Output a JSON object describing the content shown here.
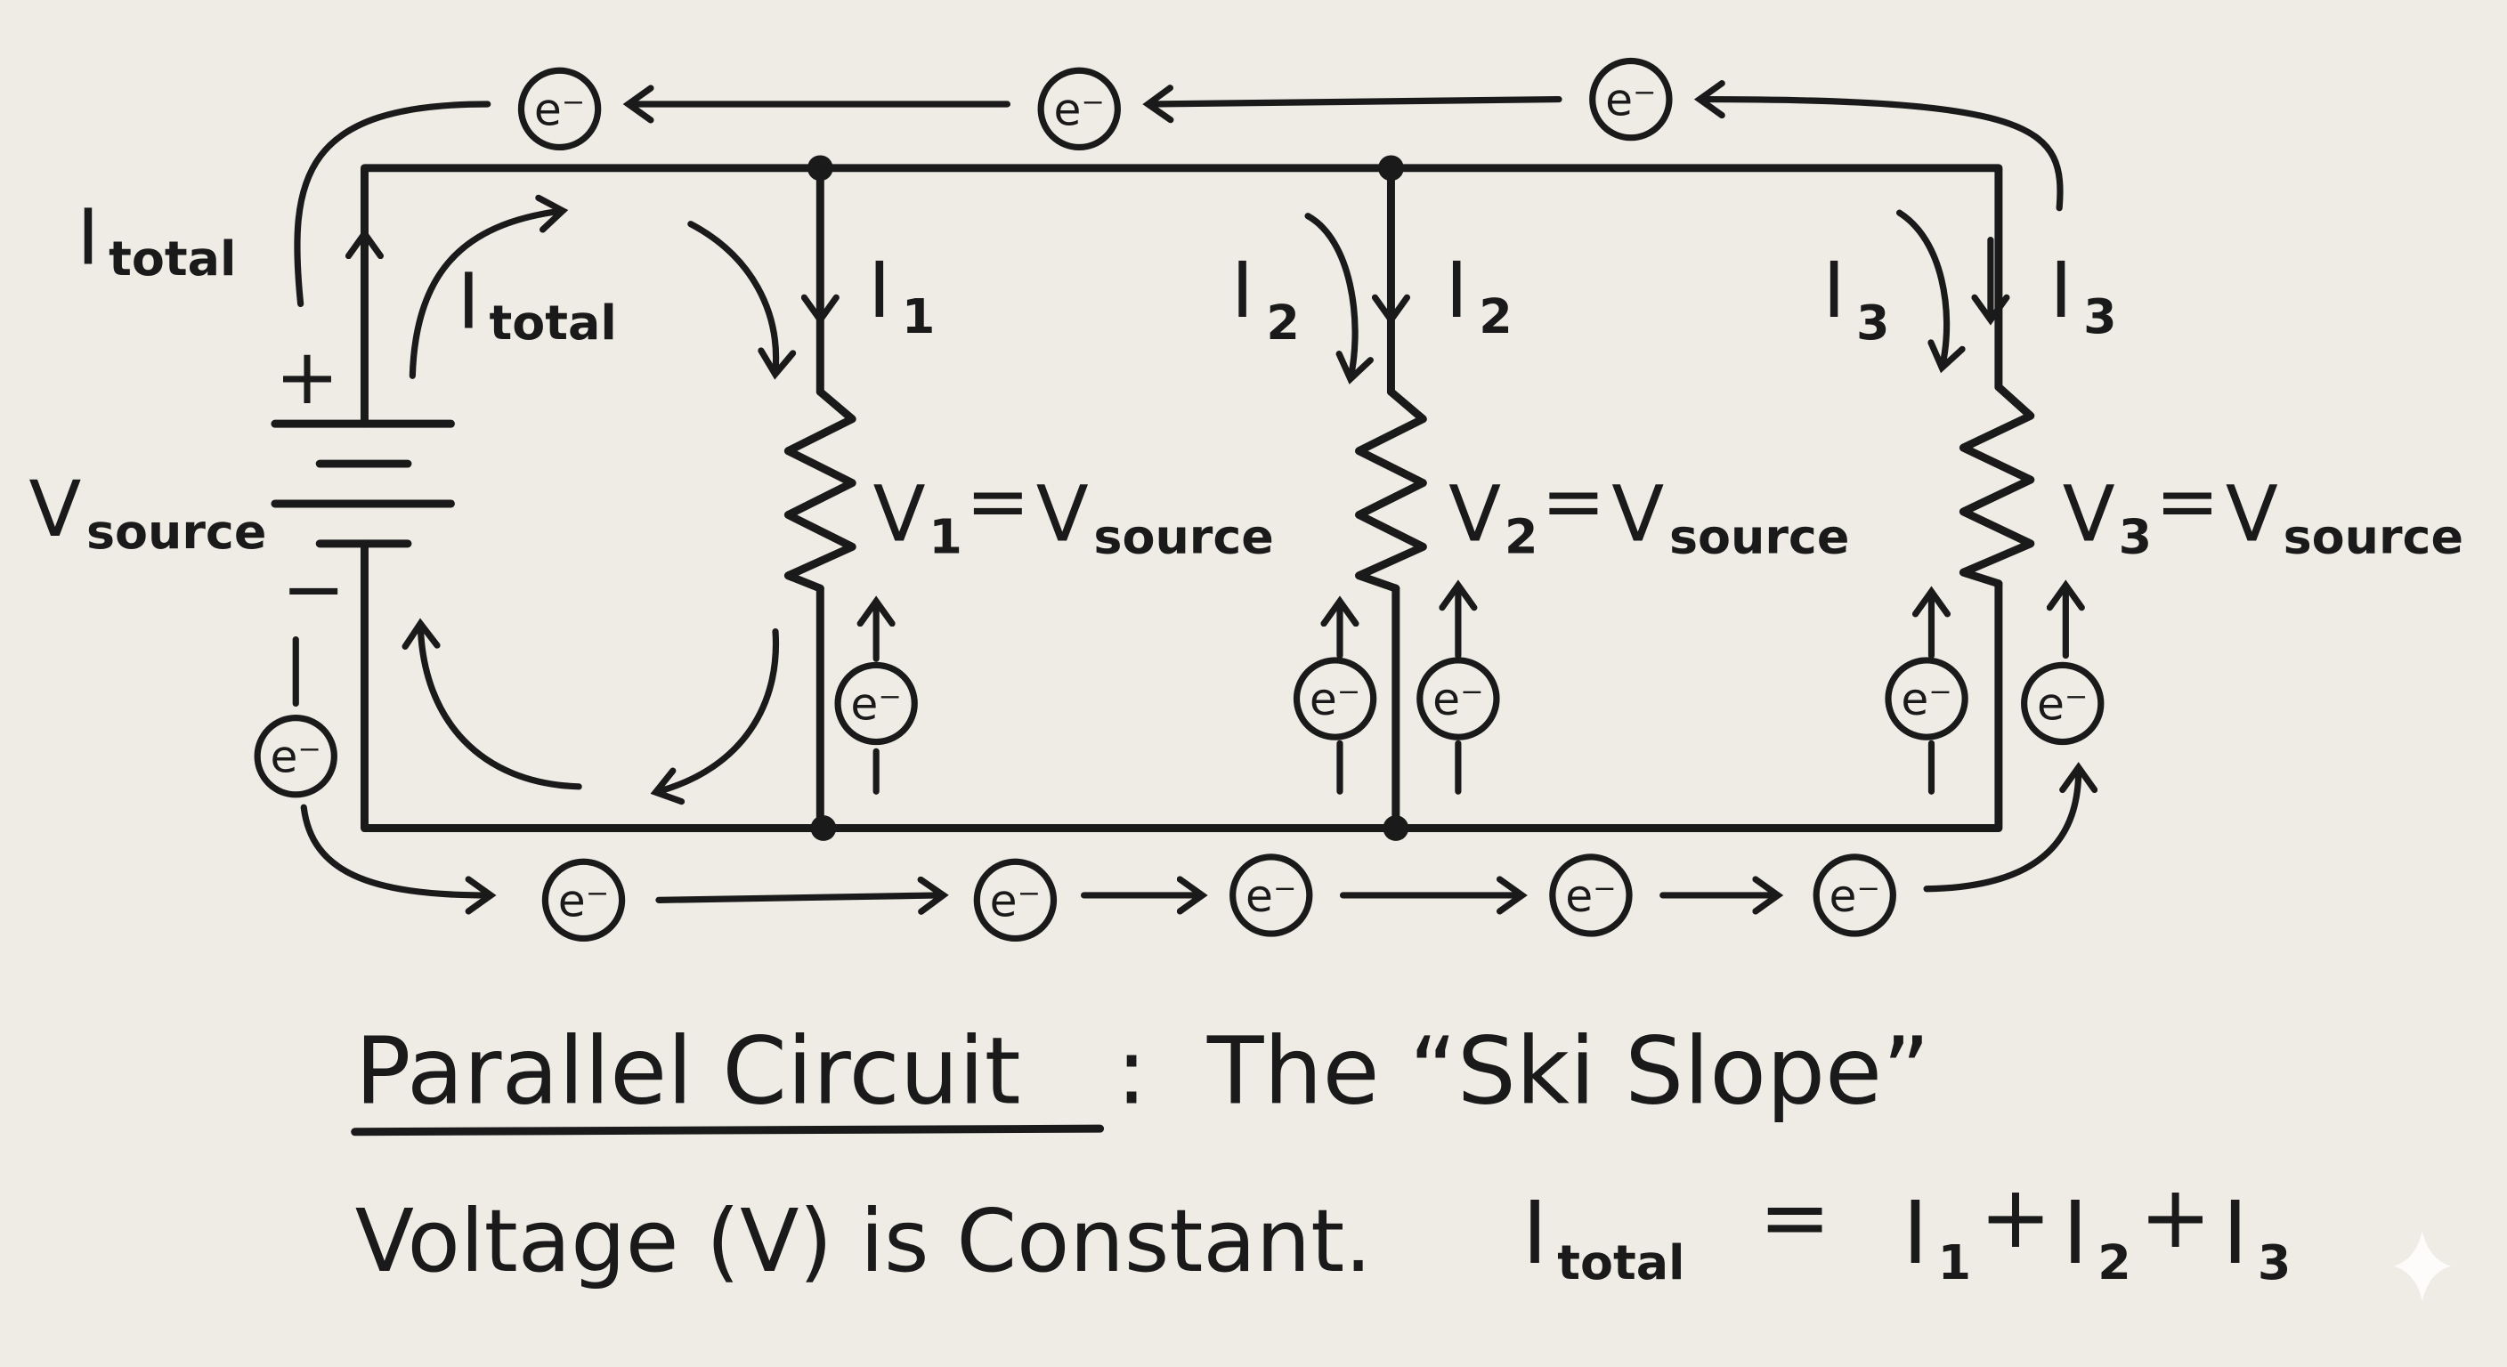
{
  "colors": {
    "board": "#eeece5",
    "ink": "#1a1a1a"
  },
  "labels": {
    "i_total_outer": {
      "main": "I",
      "sub": "total"
    },
    "i_total_inner": {
      "main": "I",
      "sub": "total"
    },
    "v_source": {
      "main": "V",
      "sub": "source"
    },
    "plus": "+",
    "minus": "−",
    "electron": "e⁻",
    "branches": [
      {
        "current_main": "I",
        "current_sub": "1",
        "voltage": "V",
        "voltage_sub": "1",
        "equals": "=",
        "rhs": "V",
        "rhs_sub": "source"
      },
      {
        "current_main": "I",
        "current_sub": "2",
        "voltage": "V",
        "voltage_sub": "2",
        "equals": "=",
        "rhs": "V",
        "rhs_sub": "source"
      },
      {
        "current_main": "I",
        "current_sub": "3",
        "voltage": "V",
        "voltage_sub": "3",
        "equals": "=",
        "rhs": "V",
        "rhs_sub": "source"
      }
    ]
  },
  "caption": {
    "title": "Parallel Circuit",
    "colon": ":",
    "subtitle": "The “Ski Slope”",
    "statement": "Voltage (V) is Constant.",
    "equation": {
      "lhs": "I",
      "lhs_sub": "total",
      "equals": "=",
      "t1": "I",
      "s1": "1",
      "plus1": "+",
      "t2": "I",
      "s2": "2",
      "plus2": "+",
      "t3": "I",
      "s3": "3"
    }
  },
  "watermark_icon": "sparkle-icon"
}
